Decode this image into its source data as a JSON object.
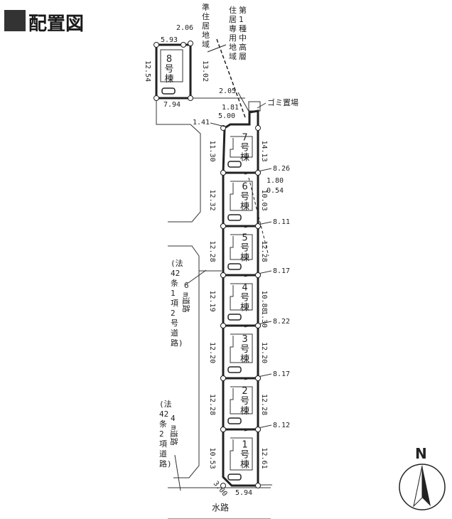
{
  "title": "配置図",
  "title_marker_color": "#333333",
  "zones": {
    "left": [
      "準",
      "住",
      "居",
      "地",
      "域"
    ],
    "right_col1": [
      "第",
      "1",
      "種",
      "中",
      "高",
      "層"
    ],
    "right_col2": [
      "住",
      "居",
      "専",
      "用",
      "地",
      "域"
    ]
  },
  "garbage_label": "ゴミ置場",
  "waterway_label": "水路",
  "north_label": "N",
  "road_upper": {
    "width": "6",
    "unit": "m道路",
    "law": [
      "(法",
      "42",
      "条",
      "1",
      "項",
      "2",
      "号",
      "道",
      "路)"
    ]
  },
  "road_lower": {
    "width": "4",
    "unit": "m道路",
    "law": [
      "(法",
      "42",
      "条",
      "2",
      "項",
      "道",
      "路)"
    ]
  },
  "lot_suffix": [
    "号",
    "棟"
  ],
  "lots": [
    {
      "number": "1",
      "left": "10.53",
      "right": "12.61",
      "frontage": "8.12"
    },
    {
      "number": "2",
      "left": "12.28",
      "right": "12.28",
      "frontage": "8.17"
    },
    {
      "number": "3",
      "left": "12.20",
      "right": "12.20",
      "frontage": "8.22"
    },
    {
      "number": "4",
      "left": "12.19",
      "right": "10.88",
      "right2": "1.30",
      "frontage": "8.17"
    },
    {
      "number": "5",
      "left": "12.28",
      "right": "12.28",
      "frontage": "8.11"
    },
    {
      "number": "6",
      "left": "12.32",
      "right": "10.03",
      "right2": "1.80",
      "right3": "0.54",
      "frontage": "8.26"
    },
    {
      "number": "7",
      "left": "11.30",
      "right": "14.13",
      "top": "5.00",
      "corner": "1.41",
      "corner2": "1.81",
      "corner3": "2.05"
    },
    {
      "number": "8",
      "left": "12.54",
      "right": "13.02",
      "top": "5.93",
      "corner": "2.06",
      "bottom": "7.94"
    }
  ],
  "lot1_bottom": "5.94",
  "lot1_corner": "3.00"
}
